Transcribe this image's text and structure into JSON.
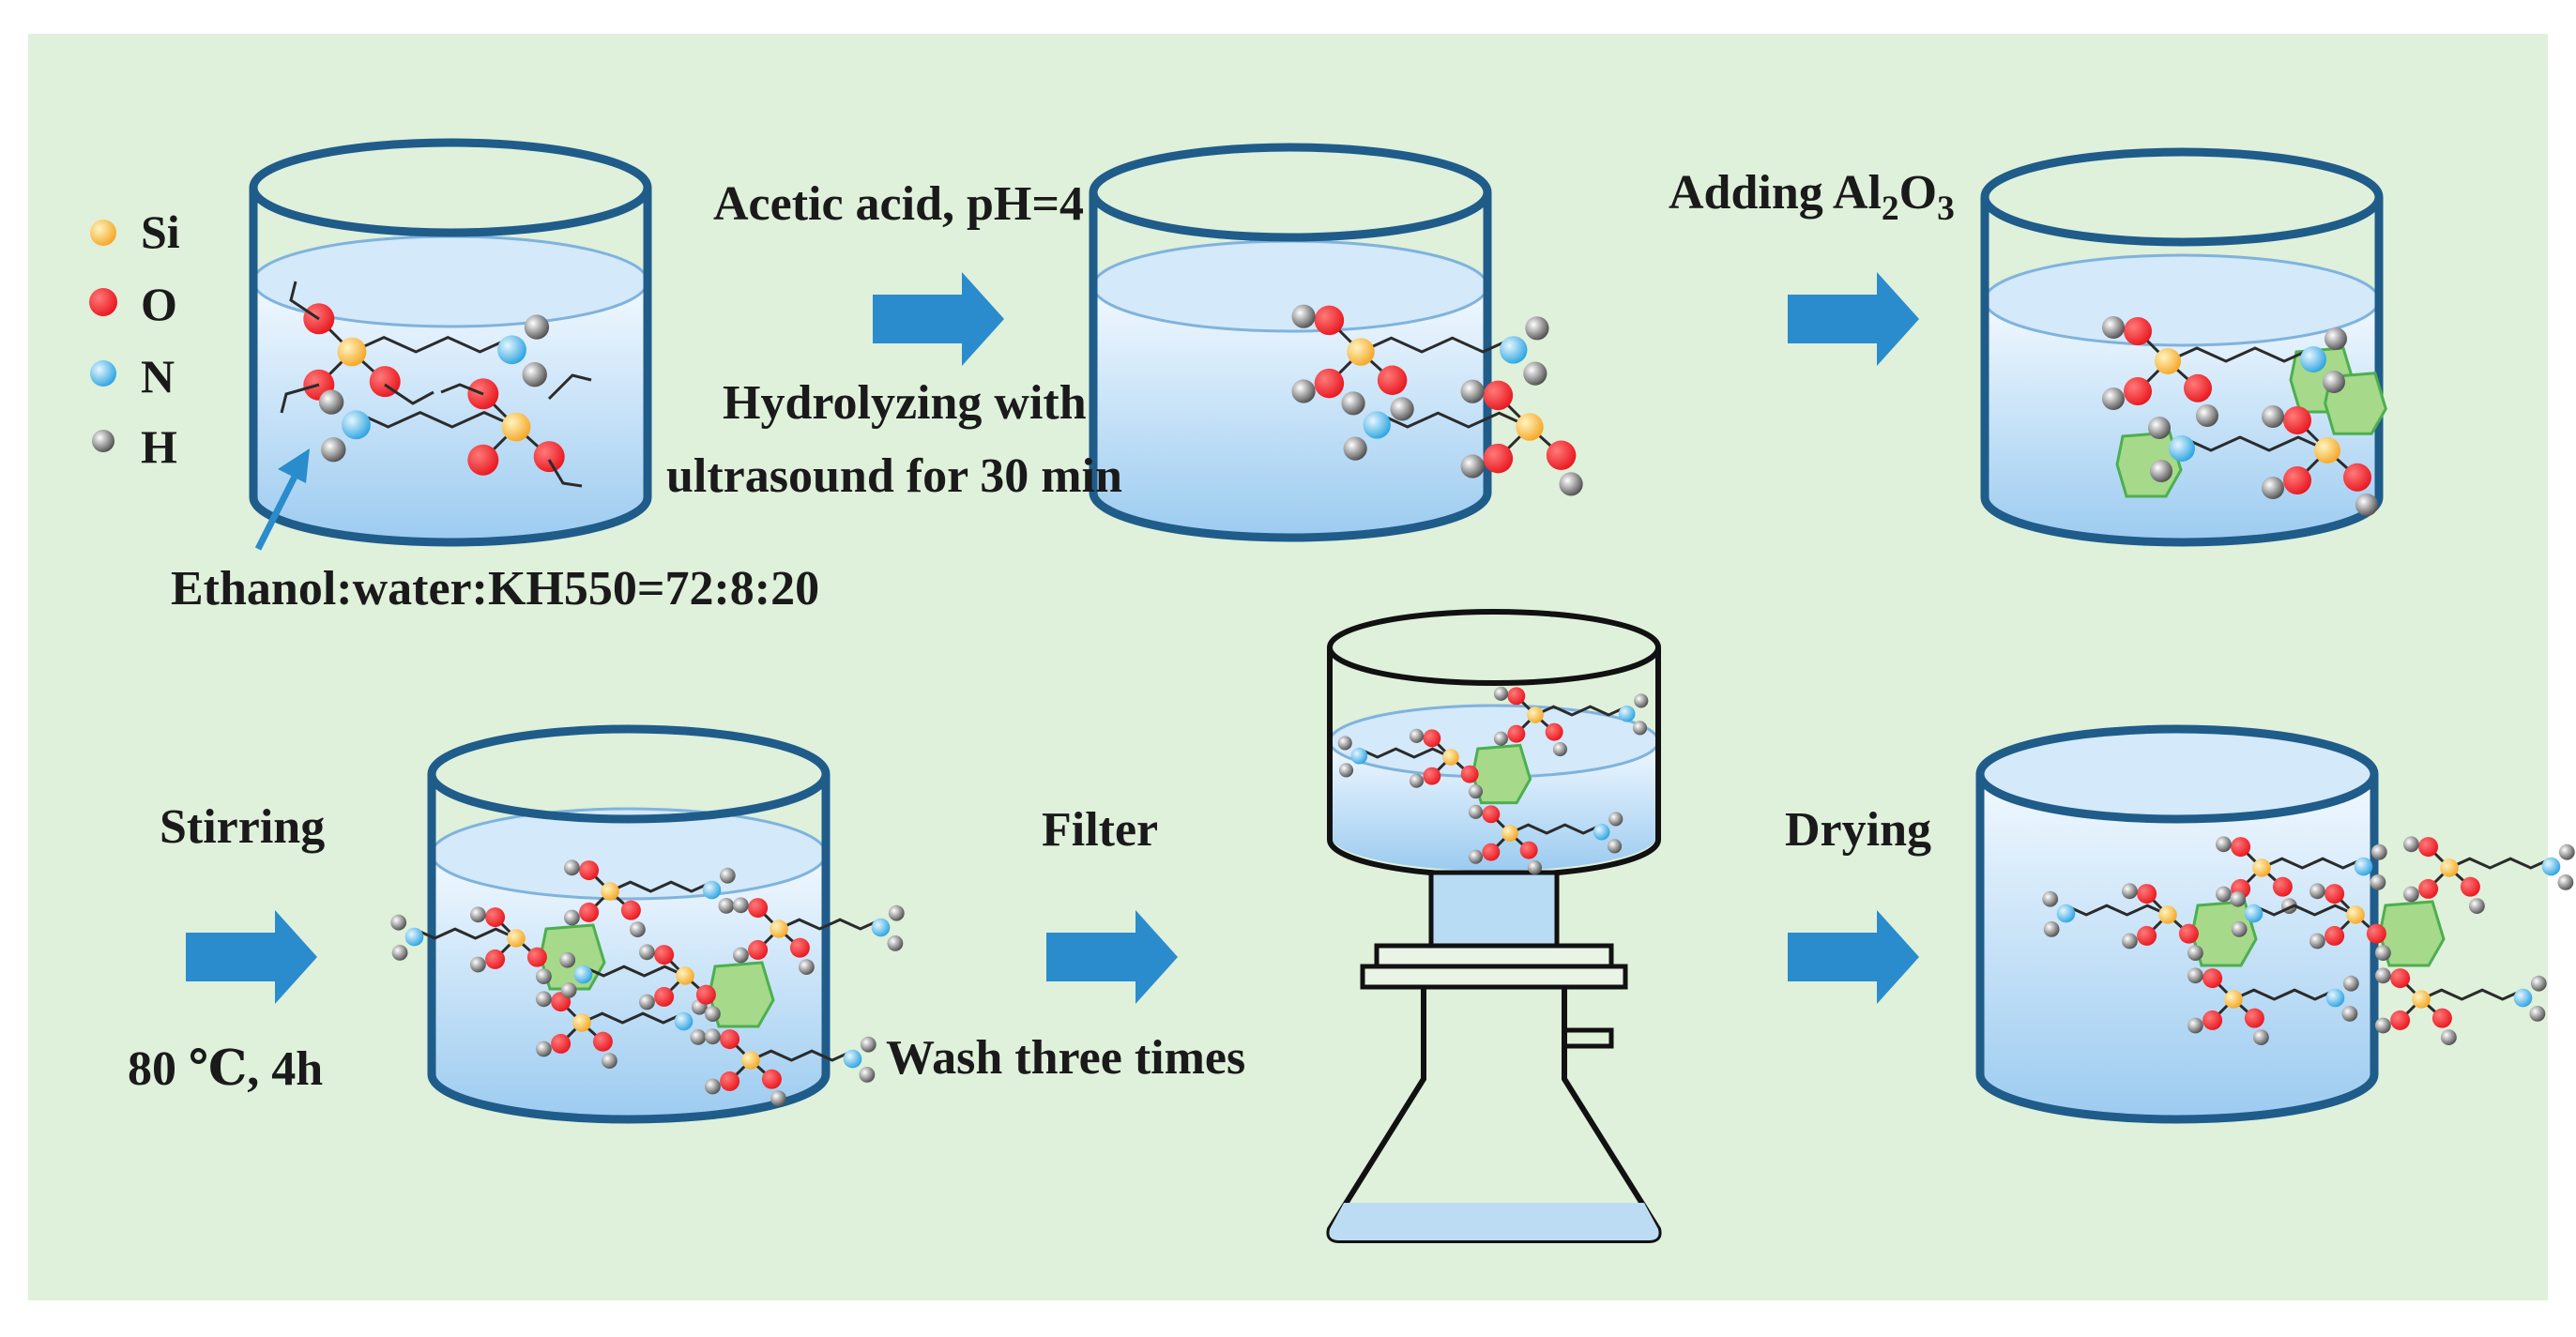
{
  "colors": {
    "background": "#dff0db",
    "panel_border": "#ffffff",
    "beaker_outline": "#1f5c8a",
    "liquid_top": "#f2f9ff",
    "liquid_bottom": "#9ccbf0",
    "arrow": "#2a8ccd",
    "silicon": "#f5a623",
    "oxygen": "#e8161e",
    "nitrogen": "#2aa3e0",
    "hydrogen": "#6e6e6e",
    "alumina": "#a6d98a"
  },
  "legend": {
    "si": "Si",
    "o": "O",
    "n": "N",
    "h": "H"
  },
  "labels": {
    "acetic_acid": "Acetic acid, pH=4",
    "hydrolyzing_line1": "Hydrolyzing with",
    "hydrolyzing_line2": "ultrasound for 30 min",
    "adding_prefix": "Adding Al",
    "adding_sub1": "2",
    "adding_mid": "O",
    "adding_sub2": "3",
    "ethanol_ratio": "Ethanol:water:KH550=72:8:20",
    "stirring": "Stirring",
    "temperature": "80 ℃, 4h",
    "filter": "Filter",
    "wash": "Wash three times",
    "drying": "Drying"
  }
}
